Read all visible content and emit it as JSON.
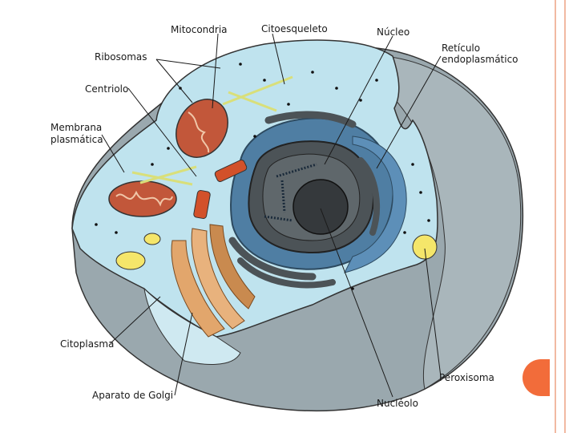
{
  "labels": {
    "mitocondria": "Mitocondria",
    "citoesqueleto": "Citoesqueleto",
    "nucleo": "Núcleo",
    "reticulo_1": "Retículo",
    "reticulo_2": "endoplasmático",
    "ribosomas": "Ribosomas",
    "centriolo": "Centriolo",
    "membrana_1": "Membrana",
    "membrana_2": "plasmática",
    "citoplasma": "Citoplasma",
    "aparato_golgi": "Aparato de Golgi",
    "nucleolo": "Nucléolo",
    "peroxisoma": "Peroxisoma"
  },
  "colors": {
    "cytoplasm": "#bfe3ee",
    "membrane_gray": "#9aa8ae",
    "nucleus_dark": "#4c5357",
    "er_blue": "#4f7ea3",
    "mitochondria": "#c2573a",
    "golgi": "#e2a66c",
    "peroxisome": "#f5e66a",
    "accent": "#f26c3a"
  }
}
